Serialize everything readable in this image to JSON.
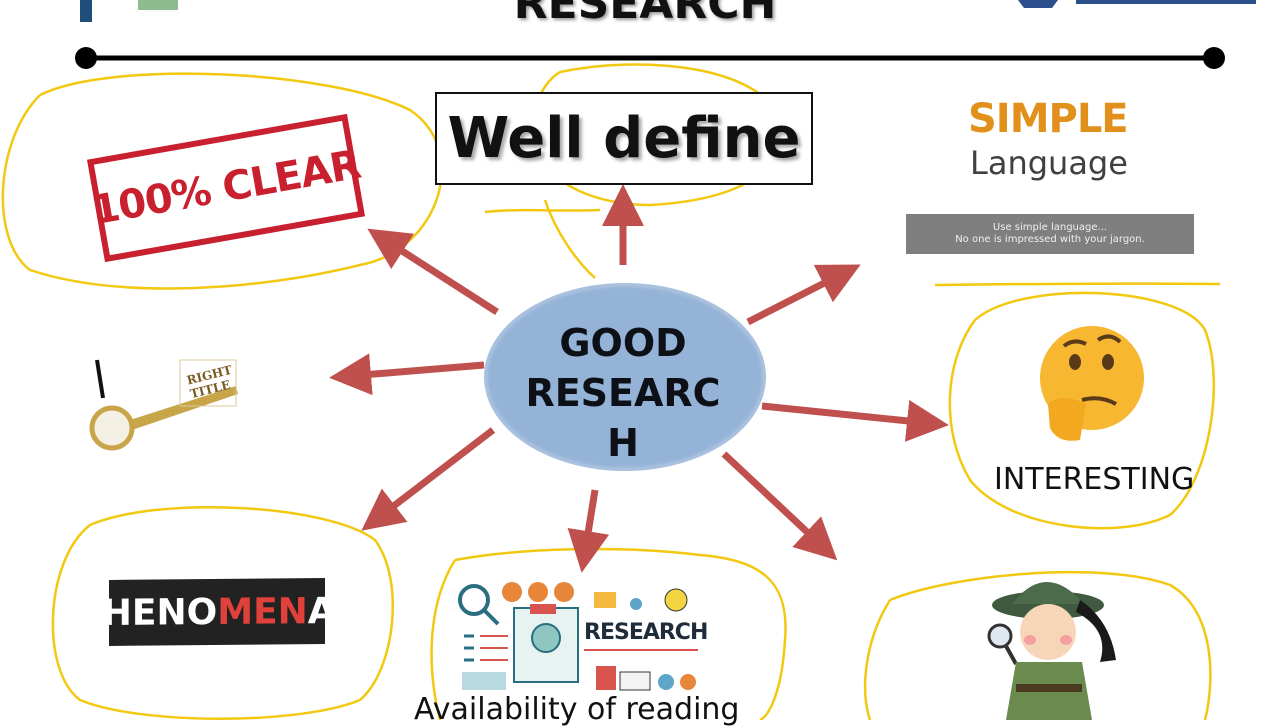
{
  "header": {
    "title": "RESEARCH"
  },
  "center": {
    "lines": [
      "GOOD",
      "RESEARC",
      "H"
    ]
  },
  "nodes": {
    "well_define": "Well define",
    "clear_stamp": "100% CLEAR",
    "simple": "SIMPLE",
    "language": "Language",
    "banner_line1": "Use simple language...",
    "banner_line2": "No one is impressed with your jargon.",
    "interesting": "INTERESTING",
    "right_title_line1": "RIGHT",
    "right_title_line2": "TITLE",
    "phenomenal_a": "PHENO",
    "phenomenal_b": "MEN",
    "phenomenal_c": "AL",
    "research_art_word": "RESEARCH",
    "availability": "Availability of reading"
  },
  "colors": {
    "arrow": "#c0504d",
    "ellipse_fill": "#95b3d7",
    "highlight": "#f2c811",
    "stamp_red": "#c8202e",
    "simple_orange": "#e1901c"
  }
}
